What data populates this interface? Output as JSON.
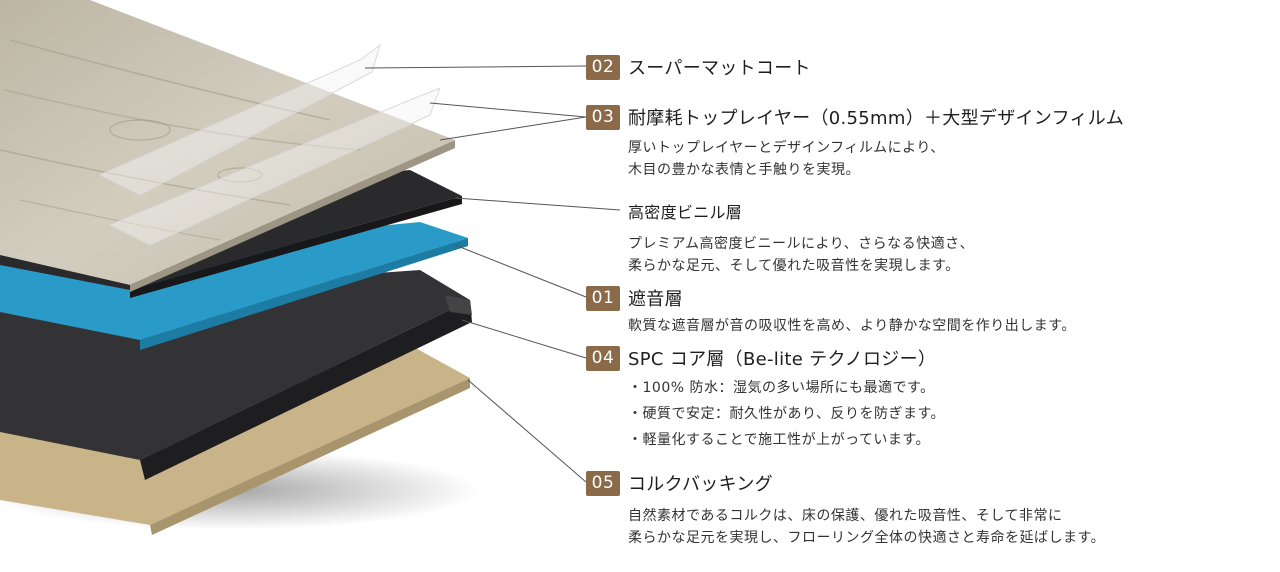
{
  "colors": {
    "badge": "#8B6A4A",
    "wood": "#C8C2B2",
    "wood_dark": "#A89F8C",
    "vinyl": "#2A2A2C",
    "sound_layer": "#2A9BC9",
    "spc_core": "#333335",
    "cork": "#C9B48A",
    "leader": "#555555"
  },
  "layers": [
    {
      "num": "02",
      "title": "スーパーマットコート",
      "desc": []
    },
    {
      "num": "03",
      "title": "耐摩耗トップレイヤー（0.55mm）＋大型デザインフィルム",
      "desc": [
        "厚いトップレイヤーとデザインフィルムにより、",
        "木目の豊かな表情と手触りを実現。"
      ]
    },
    {
      "num": "",
      "title": "高密度ビニル層",
      "desc": [
        "プレミアム高密度ビニールにより、さらなる快適さ、",
        "柔らかな足元、そして優れた吸音性を実現します。"
      ]
    },
    {
      "num": "01",
      "title": "遮音層",
      "desc": [
        "軟質な遮音層が音の吸収性を高め、より静かな空間を作り出します。"
      ]
    },
    {
      "num": "04",
      "title": "SPC コア層（Be-lite テクノロジー）",
      "desc": [
        "・100% 防水：湿気の多い場所にも最適です。",
        "・硬質で安定：耐久性があり、反りを防ぎます。",
        "・軽量化することで施工性が上がっています。"
      ]
    },
    {
      "num": "05",
      "title": "コルクバッキング",
      "desc": [
        "自然素材であるコルクは、床の保護、優れた吸音性、そして非常に",
        "柔らかな足元を実現し、フローリング全体の快適さと寿命を延ばします。"
      ]
    }
  ]
}
